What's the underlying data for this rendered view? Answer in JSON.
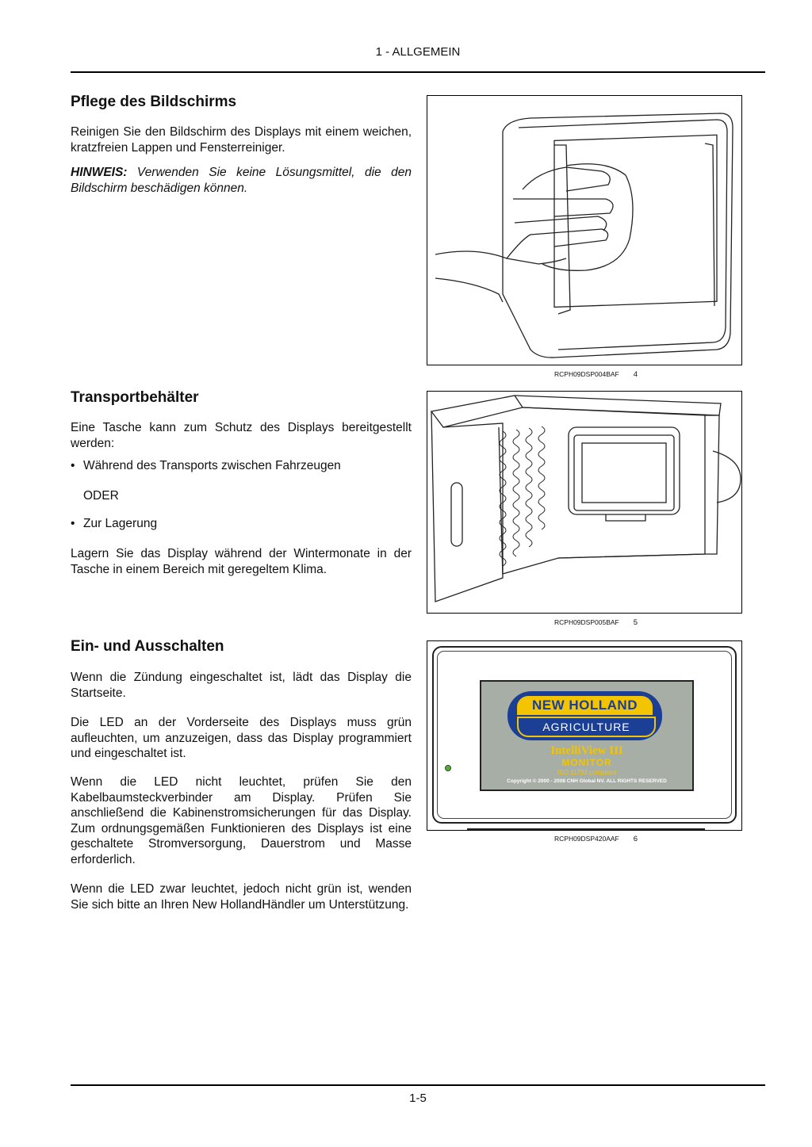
{
  "header": {
    "section": "1 - ALLGEMEIN"
  },
  "sections": {
    "care": {
      "title": "Pflege des Bildschirms",
      "para1": "Reinigen Sie den Bildschirm des Displays mit einem weichen, kratzfreien Lappen und Fensterreiniger.",
      "note_label": "HINWEIS:",
      "note_text": " Verwenden Sie keine Lösungsmittel, die den Bildschirm beschädigen können."
    },
    "transport": {
      "title": "Transportbehälter",
      "para1": "Eine Tasche kann zum Schutz des Displays bereitgestellt werden:",
      "bullet1": "Während des Transports zwischen Fahrzeugen",
      "oder": "ODER",
      "bullet2": "Zur Lagerung",
      "para2": "Lagern Sie das Display während der Wintermonate in der Tasche in einem Bereich mit geregeltem Klima."
    },
    "power": {
      "title": "Ein- und Ausschalten",
      "para1": "Wenn die Zündung eingeschaltet ist, lädt das Display die Startseite.",
      "para2": "Die LED an der Vorderseite des Displays muss grün aufleuchten, um anzuzeigen, dass das Display programmiert und eingeschaltet ist.",
      "para3": "Wenn die LED nicht leuchtet, prüfen Sie den Kabelbaumsteckverbinder am Display.  Prüfen Sie anschließend die Kabinenstromsicherungen für das Display.  Zum ordnungsgemäßen Funktionieren des Displays ist eine geschaltete Stromversorgung, Dauerstrom und Masse erforderlich.",
      "para4": "Wenn die LED zwar leuchtet, jedoch nicht grün ist, wenden Sie sich bitte an Ihren New HollandHändler um Unterstützung."
    }
  },
  "figures": [
    {
      "code": "RCPH09DSP004BAF",
      "number": "4"
    },
    {
      "code": "RCPH09DSP005BAF",
      "number": "5"
    },
    {
      "code": "RCPH09DSP420AAF",
      "number": "6"
    }
  ],
  "splash": {
    "brand": "NEW HOLLAND",
    "sub": "AGRICULTURE",
    "product": "IntelliView III",
    "product2": "MONITOR",
    "iso": "ISO 11783 compliant",
    "copyright": "Copyright © 2000 - 2008 CNH Global NV.  ALL RIGHTS RESERVED",
    "brand_blue": "#1b3f95",
    "brand_yellow": "#f4c400",
    "led_green": "#4caf2a"
  },
  "footer": {
    "page": "1-5"
  }
}
